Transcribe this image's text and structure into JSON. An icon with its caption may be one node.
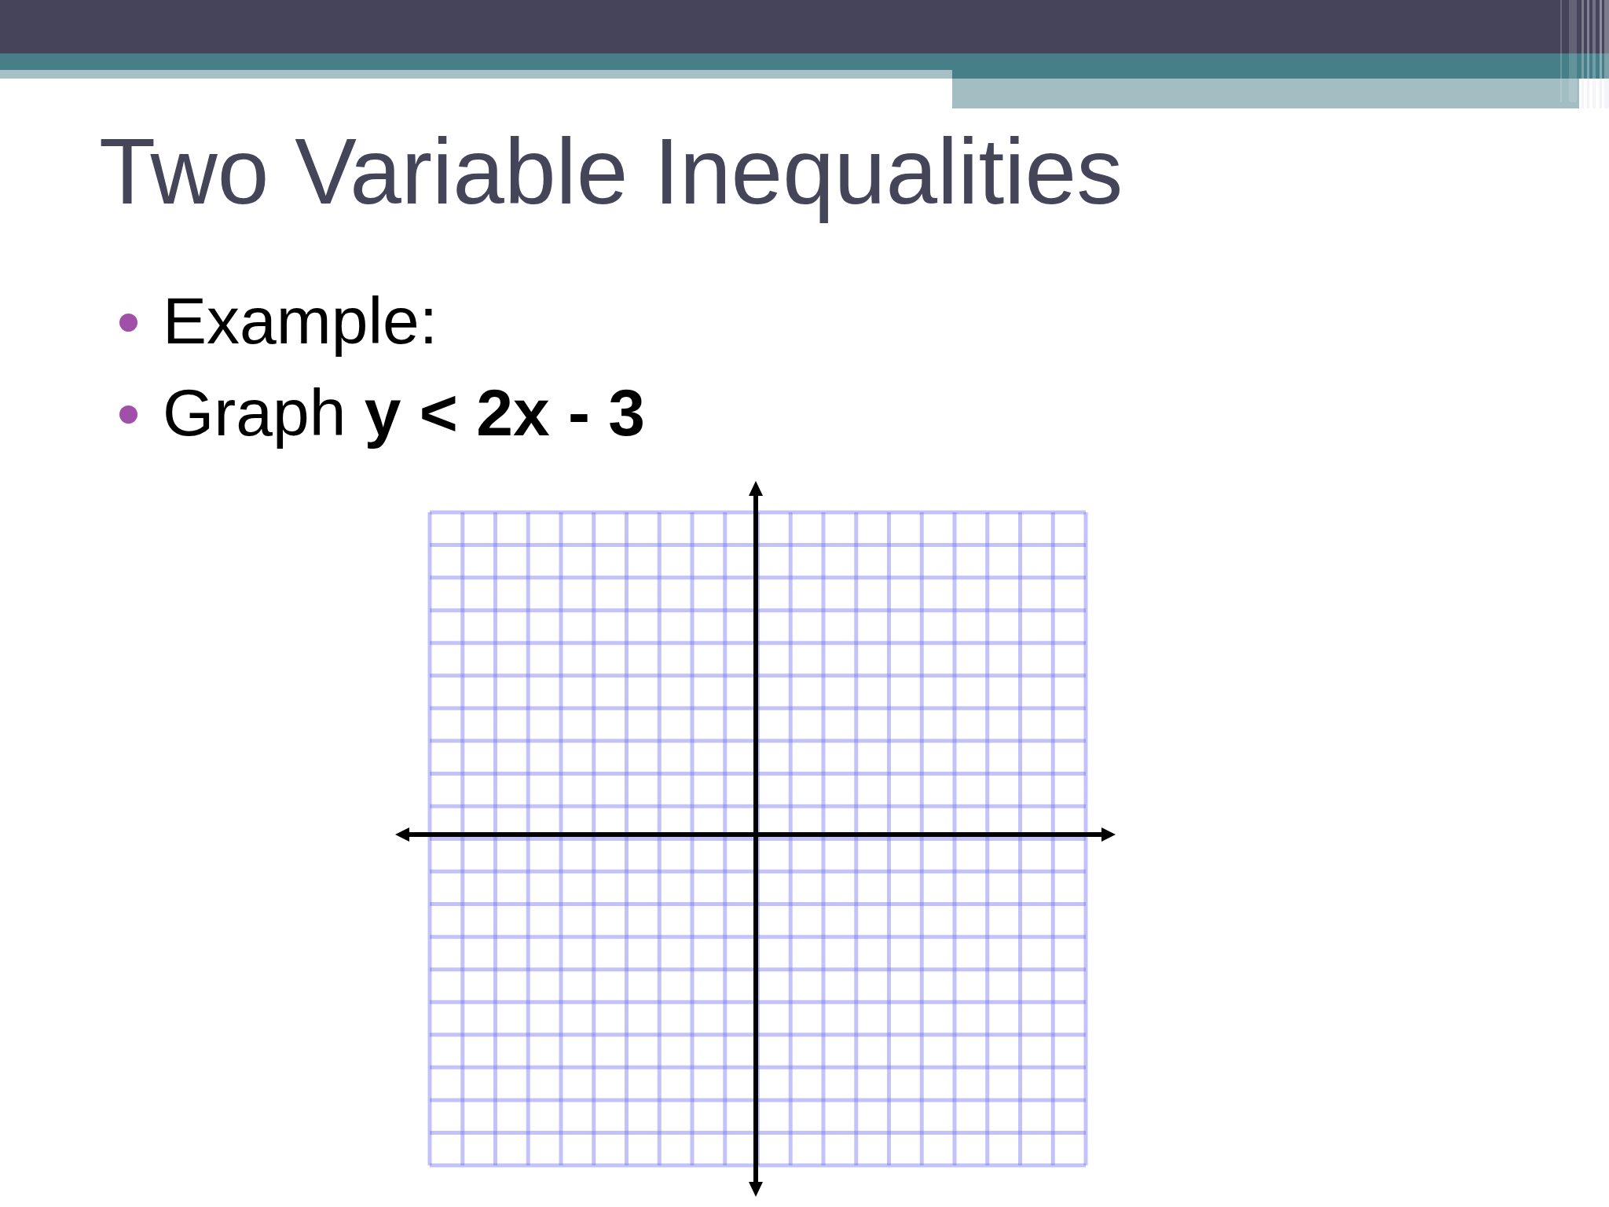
{
  "diagram": {
    "title": "Two Variable Inequalities",
    "labels": [
      "Example:",
      "Graph **y < 2x - 3**"
    ]
  }
}
